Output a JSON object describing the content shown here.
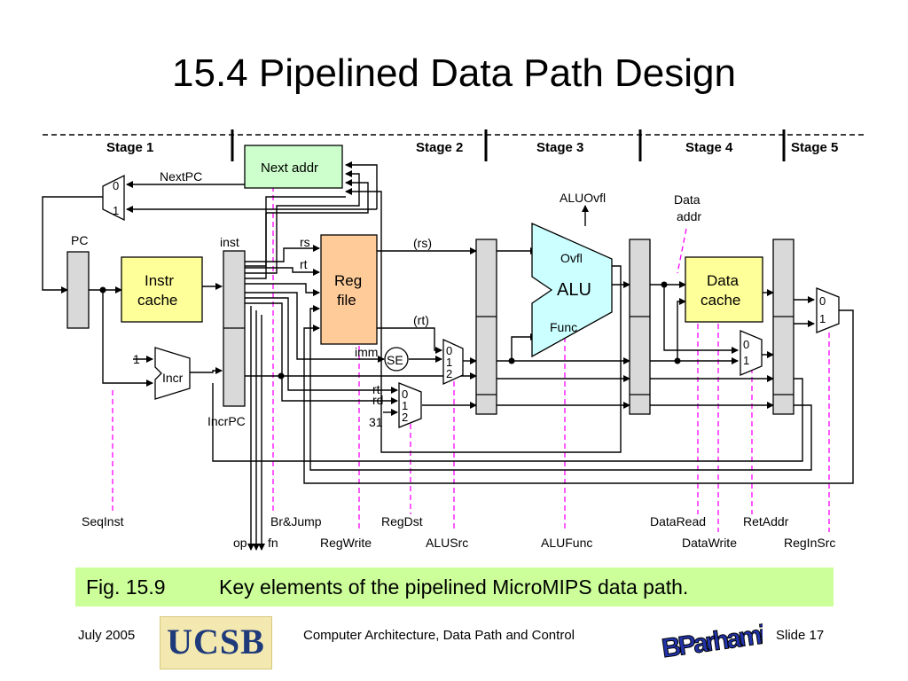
{
  "slide": {
    "title": "15.4  Pipelined Data Path Design"
  },
  "stages": [
    "Stage 1",
    "Stage 2",
    "Stage 3",
    "Stage 4",
    "Stage 5"
  ],
  "blocks": {
    "next_addr": "Next addr",
    "instr_cache": [
      "Instr",
      "cache"
    ],
    "reg_file": [
      "Reg",
      "file"
    ],
    "alu": "ALU",
    "alu_ovfl": "Ovfl",
    "alu_func": "Func",
    "data_cache": [
      "Data",
      "cache"
    ],
    "incr": "Incr",
    "se": "SE"
  },
  "labels": {
    "pc": "PC",
    "next_pc": "NextPC",
    "inst": "inst",
    "incr_pc": "IncrPC",
    "rs": "rs",
    "rt": "rt",
    "rs_out": "(rs)",
    "rt_out": "(rt)",
    "imm": "imm",
    "rt2": "rt",
    "rd": "rd",
    "n31": "31",
    "one": "1",
    "alu_ovfl_out": "ALUOvfl",
    "data_addr": [
      "Data",
      "addr"
    ]
  },
  "mux_inputs": {
    "pc_mux": [
      "0",
      "1"
    ],
    "alusrc_mux": [
      "0",
      "1",
      "2"
    ],
    "regdst_mux": [
      "0",
      "1",
      "2"
    ],
    "retaddr_mux": [
      "0",
      "1"
    ],
    "reginsrc_mux": [
      "0",
      "1"
    ]
  },
  "control_signals": {
    "seq_inst": "SeqInst",
    "op": "op",
    "fn": "fn",
    "br_jump": "Br&Jump",
    "reg_write": "RegWrite",
    "reg_dst": "RegDst",
    "alu_src": "ALUSrc",
    "alu_func": "ALUFunc",
    "data_read": "DataRead",
    "data_write": "DataWrite",
    "ret_addr": "RetAddr",
    "reg_in_src": "RegInSrc"
  },
  "caption": {
    "number": "Fig. 15.9",
    "text": "Key elements of the pipelined MicroMIPS data path."
  },
  "footer": {
    "date": "July 2005",
    "course": "Computer Architecture, Data Path and Control",
    "slide": "Slide 17",
    "logo": "UCSB",
    "signature": "B. Parhami"
  },
  "colors": {
    "next_addr_fill": "#ccffcc",
    "cache_fill": "#ffff99",
    "reg_file_fill": "#ffcc99",
    "alu_fill": "#ccffff",
    "pipeline_reg_fill": "#d9d9d9",
    "control_line": "#ff00ff",
    "caption_bg": "#ccff99"
  }
}
